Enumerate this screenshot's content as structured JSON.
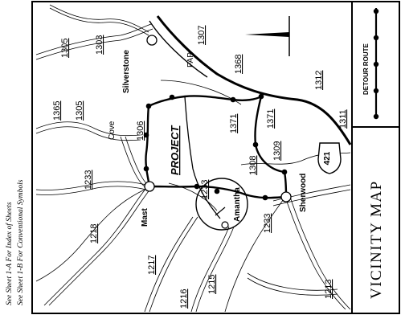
{
  "map": {
    "title": "VICINITY MAP",
    "notes": [
      "See Sheet 1-A For Index of Sheets",
      "See Sheet 1-B For Conventional Symbols"
    ],
    "legend_label": "DETOUR ROUTE",
    "project_label": "PROJECT",
    "towns": [
      "Silverstone",
      "Mast",
      "Amantha",
      "Sherwood"
    ],
    "creek_label": "Cove",
    "fap_label": "FAP",
    "routes": [
      "1305",
      "1303",
      "1307",
      "1368",
      "1312",
      "1311",
      "1365",
      "1305",
      "1306",
      "1371",
      "1371",
      "1309",
      "1233",
      "1233",
      "1308",
      "1233",
      "1218",
      "1217",
      "1216",
      "1215",
      "1213"
    ],
    "us_shield": "421"
  }
}
